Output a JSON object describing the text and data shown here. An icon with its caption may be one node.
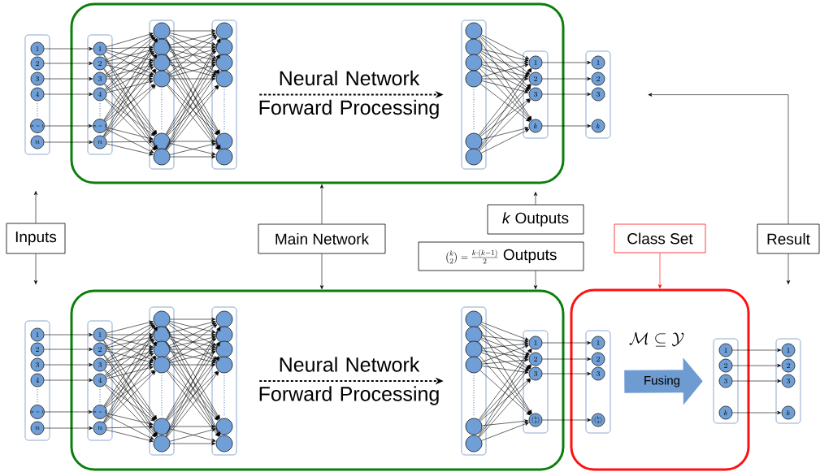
{
  "diagram": {
    "nodes": [
      {
        "text": [],
        "shape": "box"
      },
      {
        "text": [
          "1"
        ],
        "in": 0
      },
      {
        "text": [
          "2"
        ],
        "in": 0
      },
      {
        "text": [
          "3"
        ],
        "in": 0
      },
      {
        "text": [
          "4"
        ],
        "in": 0
      },
      {
        "text": [
          "n-1"
        ],
        "in": 0
      },
      {
        "text": [
          "n"
        ],
        "in": 0
      },
      {
        "text": [],
        "shape": "box"
      },
      {
        "text": [],
        "shape": "box",
        "in": 7
      },
      {
        "text": [
          "1"
        ],
        "in": 8
      },
      {
        "text": [
          "2"
        ],
        "in": 8
      },
      {
        "text": [
          "3"
        ],
        "in": 8
      },
      {
        "text": [
          "4"
        ],
        "in": 8
      },
      {
        "text": [
          "n-1"
        ],
        "in": 8
      },
      {
        "text": [
          "n"
        ],
        "in": 8
      },
      {
        "text": [],
        "shape": "box",
        "in": 7
      },
      {
        "text": [],
        "shape": "circle",
        "in": 15
      },
      {
        "text": [],
        "shape": "circle",
        "in": 15
      },
      {
        "text": [],
        "shape": "circle",
        "in": 15
      },
      {
        "text": [],
        "shape": "circle",
        "in": 15
      },
      {
        "text": [],
        "shape": "circle",
        "in": 15
      },
      {
        "text": [],
        "shape": "circle",
        "in": 15
      },
      {
        "text": [],
        "shape": "box",
        "in": 7
      },
      {
        "text": [],
        "shape": "circle",
        "in": 22
      },
      {
        "text": [],
        "shape": "circle",
        "in": 22
      },
      {
        "text": [],
        "shape": "circle",
        "in": 22
      },
      {
        "text": [],
        "shape": "circle",
        "in": 22
      },
      {
        "text": [],
        "shape": "circle",
        "in": 22
      },
      {
        "text": [],
        "shape": "circle",
        "in": 22
      },
      {
        "text": [],
        "shape": "box",
        "in": 7
      },
      {
        "text": [],
        "shape": "circle",
        "in": 29
      },
      {
        "text": [],
        "shape": "circle",
        "in": 29
      },
      {
        "text": [],
        "shape": "circle",
        "in": 29
      },
      {
        "text": [],
        "shape": "circle",
        "in": 29
      },
      {
        "text": [],
        "shape": "circle",
        "in": 29
      },
      {
        "text": [],
        "shape": "circle",
        "in": 29
      },
      {
        "text": [],
        "shape": "box",
        "in": 7
      },
      {
        "text": [
          "1"
        ],
        "in": 36
      },
      {
        "text": [
          "2"
        ],
        "in": 36
      },
      {
        "text": [
          "3"
        ],
        "in": 36
      },
      {
        "text": [
          "k"
        ],
        "in": 36
      },
      {
        "text": [],
        "shape": "box"
      },
      {
        "text": [
          "1"
        ],
        "in": 41
      },
      {
        "text": [
          "2"
        ],
        "in": 41
      },
      {
        "text": [
          "3"
        ],
        "in": 41
      },
      {
        "text": [
          "k"
        ],
        "in": 41
      },
      {
        "text": [
          "Inputs"
        ]
      },
      {
        "text": [
          "Main Network"
        ]
      },
      {
        "text": [
          "*k* Outputs"
        ]
      },
      {
        "text": [
          "\\binom{k}{2} = \\frac{k \\cdot (k-1)}{2}",
          "Outputs"
        ]
      },
      {
        "text": [
          "Class Set"
        ]
      },
      {
        "text": [
          "Result"
        ]
      },
      {
        "text": [],
        "shape": "box"
      },
      {
        "text": [
          "1"
        ],
        "in": 52
      },
      {
        "text": [
          "2"
        ],
        "in": 52
      },
      {
        "text": [
          "3"
        ],
        "in": 52
      },
      {
        "text": [
          "4"
        ],
        "in": 52
      },
      {
        "text": [
          "n-1"
        ],
        "in": 52
      },
      {
        "text": [
          "n"
        ],
        "in": 52
      },
      {
        "text": [],
        "shape": "box"
      },
      {
        "text": [],
        "shape": "box",
        "in": 59
      },
      {
        "text": [
          "1"
        ],
        "in": 60
      },
      {
        "text": [
          "2"
        ],
        "in": 60
      },
      {
        "text": [
          "3"
        ],
        "in": 60
      },
      {
        "text": [
          "4"
        ],
        "in": 60
      },
      {
        "text": [
          "n-1"
        ],
        "in": 60
      },
      {
        "text": [
          "n"
        ],
        "in": 60
      },
      {
        "text": [],
        "shape": "box",
        "in": 59
      },
      {
        "text": [],
        "shape": "circle",
        "in": 67
      },
      {
        "text": [],
        "shape": "circle",
        "in": 67
      },
      {
        "text": [],
        "shape": "circle",
        "in": 67
      },
      {
        "text": [],
        "shape": "circle",
        "in": 67
      },
      {
        "text": [],
        "shape": "circle",
        "in": 67
      },
      {
        "text": [],
        "shape": "circle",
        "in": 67
      },
      {
        "text": [],
        "shape": "box",
        "in": 59
      },
      {
        "text": [],
        "shape": "circle",
        "in": 74
      },
      {
        "text": [],
        "shape": "circle",
        "in": 74
      },
      {
        "text": [],
        "shape": "circle",
        "in": 74
      },
      {
        "text": [],
        "shape": "circle",
        "in": 74
      },
      {
        "text": [],
        "shape": "circle",
        "in": 74
      },
      {
        "text": [],
        "shape": "circle",
        "in": 74
      },
      {
        "text": [],
        "shape": "box",
        "in": 59
      },
      {
        "text": [],
        "shape": "circle",
        "in": 81
      },
      {
        "text": [],
        "shape": "circle",
        "in": 81
      },
      {
        "text": [],
        "shape": "circle",
        "in": 81
      },
      {
        "text": [],
        "shape": "circle",
        "in": 81
      },
      {
        "text": [],
        "shape": "circle",
        "in": 81
      },
      {
        "text": [],
        "shape": "circle",
        "in": 81
      },
      {
        "text": [],
        "shape": "box",
        "in": 59
      },
      {
        "text": [
          "1"
        ],
        "in": 88
      },
      {
        "text": [
          "2"
        ],
        "in": 88
      },
      {
        "text": [
          "3"
        ],
        "in": 88
      },
      {
        "text": [
          "\\binom{k}{2}"
        ],
        "in": 88
      },
      {
        "text": [],
        "shape": "box"
      },
      {
        "text": [],
        "shape": "box",
        "in": 93
      },
      {
        "text": [
          "1"
        ],
        "in": 94
      },
      {
        "text": [
          "2"
        ],
        "in": 94
      },
      {
        "text": [
          "3"
        ],
        "in": 94
      },
      {
        "text": [
          "\\binom{k}{2}"
        ],
        "in": 94
      },
      {
        "text": [],
        "shape": "box",
        "in": 93
      },
      {
        "text": [
          "1"
        ],
        "in": 99
      },
      {
        "text": [
          "2"
        ],
        "in": 99
      },
      {
        "text": [
          "3"
        ],
        "in": 99
      },
      {
        "text": [
          "k"
        ],
        "in": 99
      },
      {
        "text": [],
        "shape": "box"
      },
      {
        "text": [
          "1"
        ],
        "in": 104
      },
      {
        "text": [
          "2"
        ],
        "in": 104
      },
      {
        "text": [
          "3"
        ],
        "in": 104
      },
      {
        "text": [
          "k"
        ],
        "in": 104
      }
    ],
    "edges": [
      {
        "from": 1,
        "to": 9,
        "arrow": "to"
      },
      {
        "from": 2,
        "to": 10,
        "arrow": "to"
      },
      {
        "from": 3,
        "to": 11,
        "arrow": "to"
      },
      {
        "from": 4,
        "to": 12,
        "arrow": "to"
      },
      {
        "from": 5,
        "to": 13,
        "arrow": "to"
      },
      {
        "from": 6,
        "to": 14,
        "arrow": "to"
      },
      {
        "from": 9,
        "to": 16,
        "arrow": "to"
      },
      {
        "from": 9,
        "to": 17,
        "arrow": "to"
      },
      {
        "from": 9,
        "to": 18,
        "arrow": "to"
      },
      {
        "from": 9,
        "to": 19,
        "arrow": "to"
      },
      {
        "from": 9,
        "to": 20,
        "arrow": "to"
      },
      {
        "from": 9,
        "to": 21,
        "arrow": "to"
      },
      {
        "from": 10,
        "to": 16,
        "arrow": "to"
      },
      {
        "from": 10,
        "to": 17,
        "arrow": "to"
      },
      {
        "from": 10,
        "to": 18,
        "arrow": "to"
      },
      {
        "from": 10,
        "to": 19,
        "arrow": "to"
      },
      {
        "from": 10,
        "to": 20,
        "arrow": "to"
      },
      {
        "from": 10,
        "to": 21,
        "arrow": "to"
      },
      {
        "from": 11,
        "to": 16,
        "arrow": "to"
      },
      {
        "from": 11,
        "to": 17,
        "arrow": "to"
      },
      {
        "from": 11,
        "to": 18,
        "arrow": "to"
      },
      {
        "from": 11,
        "to": 19,
        "arrow": "to"
      },
      {
        "from": 11,
        "to": 20,
        "arrow": "to"
      },
      {
        "from": 11,
        "to": 21,
        "arrow": "to"
      },
      {
        "from": 12,
        "to": 16,
        "arrow": "to"
      },
      {
        "from": 12,
        "to": 17,
        "arrow": "to"
      },
      {
        "from": 12,
        "to": 18,
        "arrow": "to"
      },
      {
        "from": 12,
        "to": 19,
        "arrow": "to"
      },
      {
        "from": 12,
        "to": 20,
        "arrow": "to"
      },
      {
        "from": 12,
        "to": 21,
        "arrow": "to"
      },
      {
        "from": 13,
        "to": 16,
        "arrow": "to"
      },
      {
        "from": 13,
        "to": 17,
        "arrow": "to"
      },
      {
        "from": 13,
        "to": 18,
        "arrow": "to"
      },
      {
        "from": 13,
        "to": 19,
        "arrow": "to"
      },
      {
        "from": 13,
        "to": 20,
        "arrow": "to"
      },
      {
        "from": 13,
        "to": 21,
        "arrow": "to"
      },
      {
        "from": 14,
        "to": 16,
        "arrow": "to"
      },
      {
        "from": 14,
        "to": 17,
        "arrow": "to"
      },
      {
        "from": 14,
        "to": 18,
        "arrow": "to"
      },
      {
        "from": 14,
        "to": 19,
        "arrow": "to"
      },
      {
        "from": 14,
        "to": 20,
        "arrow": "to"
      },
      {
        "from": 14,
        "to": 21,
        "arrow": "to"
      },
      {
        "from": 16,
        "to": 23,
        "arrow": "to"
      },
      {
        "from": 16,
        "to": 24,
        "arrow": "to"
      },
      {
        "from": 16,
        "to": 25,
        "arrow": "to"
      },
      {
        "from": 16,
        "to": 26,
        "arrow": "to"
      },
      {
        "from": 16,
        "to": 27,
        "arrow": "to"
      },
      {
        "from": 16,
        "to": 28,
        "arrow": "to"
      },
      {
        "from": 17,
        "to": 23,
        "arrow": "to"
      },
      {
        "from": 17,
        "to": 24,
        "arrow": "to"
      },
      {
        "from": 17,
        "to": 25,
        "arrow": "to"
      },
      {
        "from": 17,
        "to": 26,
        "arrow": "to"
      },
      {
        "from": 17,
        "to": 27,
        "arrow": "to"
      },
      {
        "from": 17,
        "to": 28,
        "arrow": "to"
      },
      {
        "from": 18,
        "to": 23,
        "arrow": "to"
      },
      {
        "from": 18,
        "to": 24,
        "arrow": "to"
      },
      {
        "from": 18,
        "to": 25,
        "arrow": "to"
      },
      {
        "from": 18,
        "to": 26,
        "arrow": "to"
      },
      {
        "from": 18,
        "to": 27,
        "arrow": "to"
      },
      {
        "from": 18,
        "to": 28,
        "arrow": "to"
      },
      {
        "from": 19,
        "to": 23,
        "arrow": "to"
      },
      {
        "from": 19,
        "to": 24,
        "arrow": "to"
      },
      {
        "from": 19,
        "to": 25,
        "arrow": "to"
      },
      {
        "from": 19,
        "to": 26,
        "arrow": "to"
      },
      {
        "from": 19,
        "to": 27,
        "arrow": "to"
      },
      {
        "from": 19,
        "to": 28,
        "arrow": "to"
      },
      {
        "from": 20,
        "to": 23,
        "arrow": "to"
      },
      {
        "from": 20,
        "to": 24,
        "arrow": "to"
      },
      {
        "from": 20,
        "to": 25,
        "arrow": "to"
      },
      {
        "from": 20,
        "to": 26,
        "arrow": "to"
      },
      {
        "from": 20,
        "to": 27,
        "arrow": "to"
      },
      {
        "from": 20,
        "to": 28,
        "arrow": "to"
      },
      {
        "from": 21,
        "to": 23,
        "arrow": "to"
      },
      {
        "from": 21,
        "to": 24,
        "arrow": "to"
      },
      {
        "from": 21,
        "to": 25,
        "arrow": "to"
      },
      {
        "from": 21,
        "to": 26,
        "arrow": "to"
      },
      {
        "from": 21,
        "to": 27,
        "arrow": "to"
      },
      {
        "from": 21,
        "to": 28,
        "arrow": "to"
      },
      {
        "from": 22,
        "to": 29,
        "arrow": "to",
        "label": "Neural Network Forward Processing",
        "style": "dashed"
      },
      {
        "from": 30,
        "to": 37,
        "arrow": "to"
      },
      {
        "from": 30,
        "to": 38,
        "arrow": "to"
      },
      {
        "from": 30,
        "to": 39,
        "arrow": "to"
      },
      {
        "from": 30,
        "to": 40,
        "arrow": "to"
      },
      {
        "from": 31,
        "to": 37,
        "arrow": "to"
      },
      {
        "from": 31,
        "to": 38,
        "arrow": "to"
      },
      {
        "from": 31,
        "to": 39,
        "arrow": "to"
      },
      {
        "from": 31,
        "to": 40,
        "arrow": "to"
      },
      {
        "from": 32,
        "to": 37,
        "arrow": "to"
      },
      {
        "from": 32,
        "to": 38,
        "arrow": "to"
      },
      {
        "from": 32,
        "to": 39,
        "arrow": "to"
      },
      {
        "from": 32,
        "to": 40,
        "arrow": "to"
      },
      {
        "from": 33,
        "to": 37,
        "arrow": "to"
      },
      {
        "from": 33,
        "to": 38,
        "arrow": "to"
      },
      {
        "from": 33,
        "to": 39,
        "arrow": "to"
      },
      {
        "from": 33,
        "to": 40,
        "arrow": "to"
      },
      {
        "from": 34,
        "to": 37,
        "arrow": "to"
      },
      {
        "from": 34,
        "to": 38,
        "arrow": "to"
      },
      {
        "from": 34,
        "to": 39,
        "arrow": "to"
      },
      {
        "from": 34,
        "to": 40,
        "arrow": "to"
      },
      {
        "from": 35,
        "to": 37,
        "arrow": "to"
      },
      {
        "from": 35,
        "to": 38,
        "arrow": "to"
      },
      {
        "from": 35,
        "to": 39,
        "arrow": "to"
      },
      {
        "from": 35,
        "to": 40,
        "arrow": "to"
      },
      {
        "from": 37,
        "to": 42,
        "arrow": "to"
      },
      {
        "from": 38,
        "to": 43,
        "arrow": "to"
      },
      {
        "from": 39,
        "to": 44,
        "arrow": "to"
      },
      {
        "from": 40,
        "to": 45,
        "arrow": "to"
      },
      {
        "from": 46,
        "to": null,
        "arrow": "to"
      },
      {
        "from": 46,
        "to": null,
        "arrow": "to"
      },
      {
        "from": 47,
        "to": 7,
        "arrow": "to"
      },
      {
        "from": 47,
        "to": 59,
        "arrow": "to"
      },
      {
        "from": 48,
        "to": null,
        "arrow": "to"
      },
      {
        "from": 49,
        "to": 59,
        "arrow": "to"
      },
      {
        "from": 50,
        "to": 93,
        "arrow": "to",
        "color": "#ff0000"
      },
      {
        "from": 51,
        "to": null,
        "arrow": "to"
      },
      {
        "from": 51,
        "to": null,
        "arrow": "to"
      },
      {
        "from": 53,
        "to": 61,
        "arrow": "to"
      },
      {
        "from": 54,
        "to": 62,
        "arrow": "to"
      },
      {
        "from": 55,
        "to": 63,
        "arrow": "to"
      },
      {
        "from": 56,
        "to": 64,
        "arrow": "to"
      },
      {
        "from": 57,
        "to": 65,
        "arrow": "to"
      },
      {
        "from": 58,
        "to": 66,
        "arrow": "to"
      },
      {
        "from": 61,
        "to": 68,
        "arrow": "to"
      },
      {
        "from": 61,
        "to": 69,
        "arrow": "to"
      },
      {
        "from": 61,
        "to": 70,
        "arrow": "to"
      },
      {
        "from": 61,
        "to": 71,
        "arrow": "to"
      },
      {
        "from": 61,
        "to": 72,
        "arrow": "to"
      },
      {
        "from": 61,
        "to": 73,
        "arrow": "to"
      },
      {
        "from": 62,
        "to": 68,
        "arrow": "to"
      },
      {
        "from": 62,
        "to": 69,
        "arrow": "to"
      },
      {
        "from": 62,
        "to": 70,
        "arrow": "to"
      },
      {
        "from": 62,
        "to": 71,
        "arrow": "to"
      },
      {
        "from": 62,
        "to": 72,
        "arrow": "to"
      },
      {
        "from": 62,
        "to": 73,
        "arrow": "to"
      },
      {
        "from": 63,
        "to": 68,
        "arrow": "to"
      },
      {
        "from": 63,
        "to": 69,
        "arrow": "to"
      },
      {
        "from": 63,
        "to": 70,
        "arrow": "to"
      },
      {
        "from": 63,
        "to": 71,
        "arrow": "to"
      },
      {
        "from": 63,
        "to": 72,
        "arrow": "to"
      },
      {
        "from": 63,
        "to": 73,
        "arrow": "to"
      },
      {
        "from": 64,
        "to": 68,
        "arrow": "to"
      },
      {
        "from": 64,
        "to": 69,
        "arrow": "to"
      },
      {
        "from": 64,
        "to": 70,
        "arrow": "to"
      },
      {
        "from": 64,
        "to": 71,
        "arrow": "to"
      },
      {
        "from": 64,
        "to": 72,
        "arrow": "to"
      },
      {
        "from": 64,
        "to": 73,
        "arrow": "to"
      },
      {
        "from": 65,
        "to": 68,
        "arrow": "to"
      },
      {
        "from": 65,
        "to": 69,
        "arrow": "to"
      },
      {
        "from": 65,
        "to": 70,
        "arrow": "to"
      },
      {
        "from": 65,
        "to": 71,
        "arrow": "to"
      },
      {
        "from": 65,
        "to": 72,
        "arrow": "to"
      },
      {
        "from": 65,
        "to": 73,
        "arrow": "to"
      },
      {
        "from": 66,
        "to": 68,
        "arrow": "to"
      },
      {
        "from": 66,
        "to": 69,
        "arrow": "to"
      },
      {
        "from": 66,
        "to": 70,
        "arrow": "to"
      },
      {
        "from": 66,
        "to": 71,
        "arrow": "to"
      },
      {
        "from": 66,
        "to": 72,
        "arrow": "to"
      },
      {
        "from": 66,
        "to": 73,
        "arrow": "to"
      },
      {
        "from": 68,
        "to": 75,
        "arrow": "to"
      },
      {
        "from": 68,
        "to": 76,
        "arrow": "to"
      },
      {
        "from": 68,
        "to": 77,
        "arrow": "to"
      },
      {
        "from": 68,
        "to": 78,
        "arrow": "to"
      },
      {
        "from": 68,
        "to": 79,
        "arrow": "to"
      },
      {
        "from": 68,
        "to": 80,
        "arrow": "to"
      },
      {
        "from": 69,
        "to": 75,
        "arrow": "to"
      },
      {
        "from": 69,
        "to": 76,
        "arrow": "to"
      },
      {
        "from": 69,
        "to": 77,
        "arrow": "to"
      },
      {
        "from": 69,
        "to": 78,
        "arrow": "to"
      },
      {
        "from": 69,
        "to": 79,
        "arrow": "to"
      },
      {
        "from": 69,
        "to": 80,
        "arrow": "to"
      },
      {
        "from": 70,
        "to": 75,
        "arrow": "to"
      },
      {
        "from": 70,
        "to": 76,
        "arrow": "to"
      },
      {
        "from": 70,
        "to": 77,
        "arrow": "to"
      },
      {
        "from": 70,
        "to": 78,
        "arrow": "to"
      },
      {
        "from": 70,
        "to": 79,
        "arrow": "to"
      },
      {
        "from": 70,
        "to": 80,
        "arrow": "to"
      },
      {
        "from": 71,
        "to": 75,
        "arrow": "to"
      },
      {
        "from": 71,
        "to": 76,
        "arrow": "to"
      },
      {
        "from": 71,
        "to": 77,
        "arrow": "to"
      },
      {
        "from": 71,
        "to": 78,
        "arrow": "to"
      },
      {
        "from": 71,
        "to": 79,
        "arrow": "to"
      },
      {
        "from": 71,
        "to": 80,
        "arrow": "to"
      },
      {
        "from": 72,
        "to": 75,
        "arrow": "to"
      },
      {
        "from": 72,
        "to": 76,
        "arrow": "to"
      },
      {
        "from": 72,
        "to": 77,
        "arrow": "to"
      },
      {
        "from": 72,
        "to": 78,
        "arrow": "to"
      },
      {
        "from": 72,
        "to": 79,
        "arrow": "to"
      },
      {
        "from": 72,
        "to": 80,
        "arrow": "to"
      },
      {
        "from": 73,
        "to": 75,
        "arrow": "to"
      },
      {
        "from": 73,
        "to": 76,
        "arrow": "to"
      },
      {
        "from": 73,
        "to": 77,
        "arrow": "to"
      },
      {
        "from": 73,
        "to": 78,
        "arrow": "to"
      },
      {
        "from": 73,
        "to": 79,
        "arrow": "to"
      },
      {
        "from": 73,
        "to": 80,
        "arrow": "to"
      },
      {
        "from": 74,
        "to": 81,
        "arrow": "to",
        "label": "Neural Network Forward Processing",
        "style": "dashed"
      },
      {
        "from": 82,
        "to": 89,
        "arrow": "to"
      },
      {
        "from": 82,
        "to": 90,
        "arrow": "to"
      },
      {
        "from": 82,
        "to": 91,
        "arrow": "to"
      },
      {
        "from": 82,
        "to": 92,
        "arrow": "to"
      },
      {
        "from": 83,
        "to": 89,
        "arrow": "to"
      },
      {
        "from": 83,
        "to": 90,
        "arrow": "to"
      },
      {
        "from": 83,
        "to": 91,
        "arrow": "to"
      },
      {
        "from": 83,
        "to": 92,
        "arrow": "to"
      },
      {
        "from": 84,
        "to": 89,
        "arrow": "to"
      },
      {
        "from": 84,
        "to": 90,
        "arrow": "to"
      },
      {
        "from": 84,
        "to": 91,
        "arrow": "to"
      },
      {
        "from": 84,
        "to": 92,
        "arrow": "to"
      },
      {
        "from": 85,
        "to": 89,
        "arrow": "to"
      },
      {
        "from": 85,
        "to": 90,
        "arrow": "to"
      },
      {
        "from": 85,
        "to": 91,
        "arrow": "to"
      },
      {
        "from": 85,
        "to": 92,
        "arrow": "to"
      },
      {
        "from": 86,
        "to": 89,
        "arrow": "to"
      },
      {
        "from": 86,
        "to": 90,
        "arrow": "to"
      },
      {
        "from": 86,
        "to": 91,
        "arrow": "to"
      },
      {
        "from": 86,
        "to": 92,
        "arrow": "to"
      },
      {
        "from": 87,
        "to": 89,
        "arrow": "to"
      },
      {
        "from": 87,
        "to": 90,
        "arrow": "to"
      },
      {
        "from": 87,
        "to": 91,
        "arrow": "to"
      },
      {
        "from": 87,
        "to": 92,
        "arrow": "to"
      },
      {
        "from": 89,
        "to": 95,
        "arrow": "to"
      },
      {
        "from": 90,
        "to": 96,
        "arrow": "to"
      },
      {
        "from": 91,
        "to": 97,
        "arrow": "to"
      },
      {
        "from": 92,
        "to": 98,
        "arrow": "to"
      },
      {
        "from": 94,
        "to": 99,
        "arrow": "to",
        "label": "Fusing",
        "style": "thick",
        "color": "#6e9bd2"
      },
      {
        "from": 100,
        "to": 105,
        "arrow": "to"
      },
      {
        "from": 101,
        "to": 106,
        "arrow": "to"
      },
      {
        "from": 102,
        "to": 107,
        "arrow": "to"
      },
      {
        "from": 103,
        "to": 108,
        "arrow": "to"
      }
    ],
    "labels": [
      "\\mathcal{M} \\subseteq \\mathcal{Y}"
    ]
  }
}
